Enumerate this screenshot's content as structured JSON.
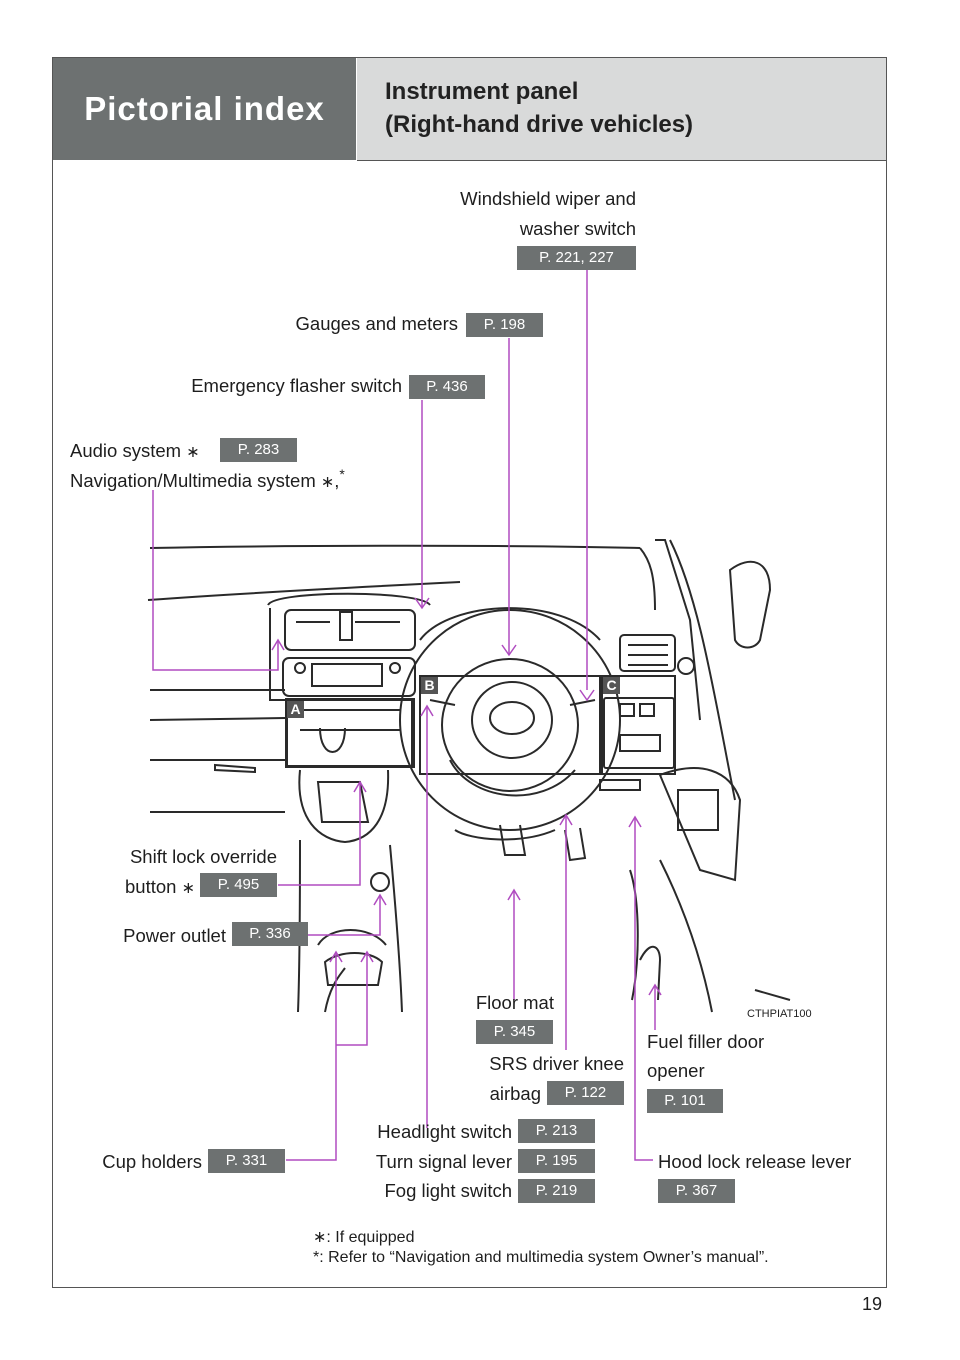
{
  "header": {
    "section_label": "Pictorial index",
    "title_line1": "Instrument panel",
    "title_line2": "(Right-hand drive vehicles)"
  },
  "callouts": {
    "wiper": {
      "line1": "Windshield wiper and",
      "line2": "washer switch",
      "ref": "P. 221, 227"
    },
    "gauges": {
      "label": "Gauges and meters",
      "ref": "P. 198"
    },
    "flasher": {
      "label": "Emergency flasher switch",
      "ref": "P. 436"
    },
    "audio": {
      "label": "Audio system",
      "ref": "P. 283"
    },
    "navigation": {
      "label": "Navigation/Multimedia system"
    },
    "shift_lock": {
      "line1": "Shift lock override",
      "line2": "button",
      "ref": "P. 495"
    },
    "power_outlet": {
      "label": "Power outlet",
      "ref": "P. 336"
    },
    "floor_mat": {
      "label": "Floor mat",
      "ref": "P. 345"
    },
    "knee_airbag": {
      "line1": "SRS driver knee",
      "line2": "airbag",
      "ref": "P. 122"
    },
    "fuel_door": {
      "line1": "Fuel filler door",
      "line2": "opener",
      "ref": "P. 101"
    },
    "headlight": {
      "label": "Headlight switch",
      "ref": "P. 213"
    },
    "turn_signal": {
      "label": "Turn signal lever",
      "ref": "P. 195"
    },
    "fog_light": {
      "label": "Fog light switch",
      "ref": "P. 219"
    },
    "cup_holders": {
      "label": "Cup holders",
      "ref": "P. 331"
    },
    "hood_lock": {
      "label": "Hood lock release lever",
      "ref": "P. 367"
    }
  },
  "badges": {
    "a": "A",
    "b": "B",
    "c": "C"
  },
  "illustration_code": "CTHPIAT100",
  "footnotes": {
    "if_equipped": ": If equipped",
    "refer": ": Refer to “Navigation and multimedia system Owner’s manual”."
  },
  "symbols": {
    "star": "∗",
    "asterisk": "*",
    "comma": ","
  },
  "page_number": "19",
  "colors": {
    "callout_line": "#b04cc0",
    "header_dark": "#6d7171",
    "header_light": "#d9dada"
  }
}
